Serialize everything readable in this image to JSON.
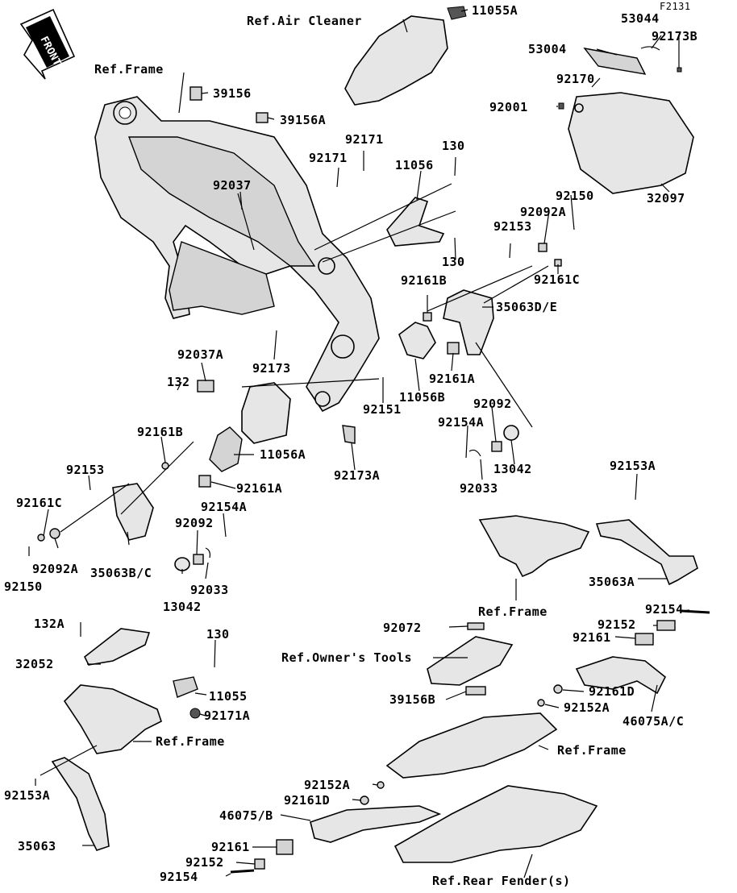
{
  "figure_code": "F2131",
  "front_arrow": "FRONT",
  "callouts": {
    "c11055A": "11055A",
    "air": "Ref.Air Cleaner",
    "c53044": "53044",
    "c53004": "53004",
    "c92173B": "92173B",
    "refFrame1": "Ref.Frame",
    "c39156": "39156",
    "c39156A": "39156A",
    "c92170": "92170",
    "c92001": "92001",
    "c32097": "32097",
    "c92171a": "92171",
    "c92171b": "92171",
    "c130a": "130",
    "c11056": "11056",
    "c92037": "92037",
    "c92150a": "92150",
    "c92092Aa": "92092A",
    "c92153a": "92153",
    "c130b": "130",
    "c92161Ca": "92161C",
    "c92161Ba": "92161B",
    "c35063DE": "35063D/E",
    "c92037A": "92037A",
    "c92173": "92173",
    "c132": "132",
    "c92161Aa": "92161A",
    "c11056B": "11056B",
    "c92151": "92151",
    "c92092a": "92092",
    "c92154Aa": "92154A",
    "c92161Bb": "92161B",
    "c11056A": "11056A",
    "c92173A": "92173A",
    "c13042a": "13042",
    "c92033a": "92033",
    "c92153b": "92153",
    "c92153Aa": "92153A",
    "c92161Ab": "92161A",
    "c92154Ab": "92154A",
    "c92161Cb": "92161C",
    "c92092b": "92092",
    "c92150b": "92150",
    "c92092Ab": "92092A",
    "c35063BC": "35063B/C",
    "c92033b": "92033",
    "c13042b": "13042",
    "c35063A": "35063A",
    "refFrame2": "Ref.Frame",
    "c132A": "132A",
    "c92154a": "92154",
    "c92072": "92072",
    "c92152a": "92152",
    "c92161a": "92161",
    "c130c": "130",
    "tools": "Ref.Owner's Tools",
    "c32052": "32052",
    "c11055": "11055",
    "c92161Da": "92161D",
    "c39156B": "39156B",
    "c92152Aa": "92152A",
    "c92171A": "92171A",
    "c46075AC": "46075A/C",
    "refFrame3": "Ref.Frame",
    "refFrame4": "Ref.Frame",
    "c92153Ab": "92153A",
    "c92152Ab": "92152A",
    "c92161Db": "92161D",
    "c46075B": "46075/B",
    "c35063": "35063",
    "c92161b": "92161",
    "c92152b": "92152",
    "c92154b": "92154",
    "fender": "Ref.Rear Fender(s)"
  }
}
